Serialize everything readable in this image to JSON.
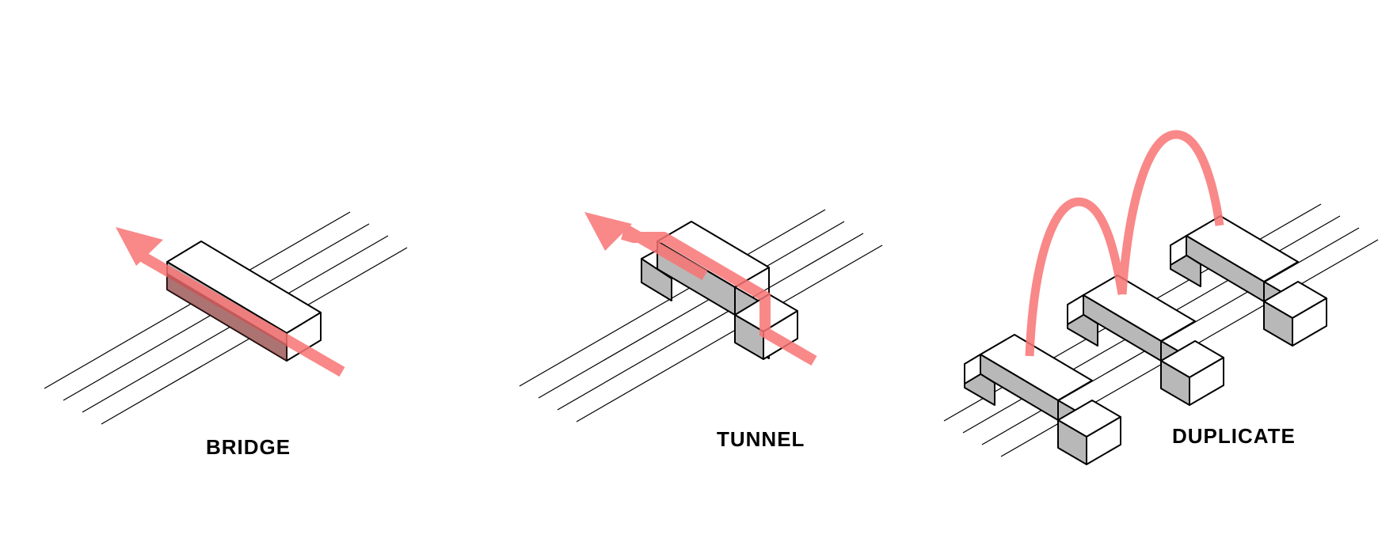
{
  "colors": {
    "accent": "#f87474",
    "shade": "#b8b8b8",
    "line": "#000000",
    "background": "#ffffff"
  },
  "panels": [
    {
      "label": "BRIDGE"
    },
    {
      "label": "TUNNEL"
    },
    {
      "label": "DUPLICATE"
    }
  ]
}
